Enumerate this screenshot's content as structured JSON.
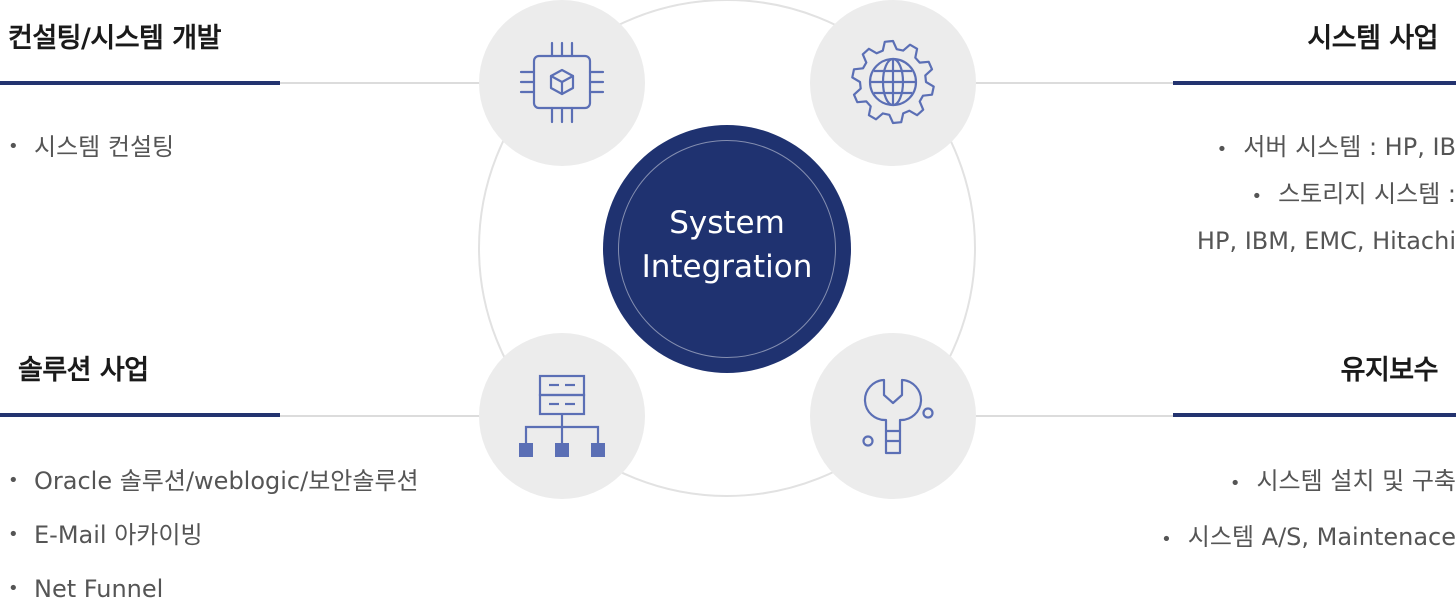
{
  "center": {
    "line1": "System",
    "line2": "Integration"
  },
  "sections": {
    "consulting": {
      "title": "컨설팅/시스템 개발",
      "items": [
        "시스템 컨설팅"
      ]
    },
    "system_business": {
      "title": "시스템 사업",
      "items": [
        "서버 시스템 : HP, IB",
        "스토리지 시스템 :",
        "HP, IBM, EMC, Hitachi"
      ]
    },
    "solution_business": {
      "title": "솔루션 사업",
      "items": [
        "Oracle 솔루션/weblogic/보안솔루션",
        "E-Mail 아카이빙",
        "Net Funnel"
      ]
    },
    "maintenance": {
      "title": "유지보수",
      "items": [
        "시스템 설치 및 구축",
        "시스템 A/S, Maintenace"
      ]
    }
  },
  "icons": [
    "chip-cube-icon",
    "globe-gear-icon",
    "server-network-icon",
    "wrench-bulb-icon"
  ],
  "colors": {
    "accent": "#23336f",
    "center_fill": "#1f3270",
    "icon_stroke": "#5b6fb5",
    "icon_bg": "#ececec"
  }
}
